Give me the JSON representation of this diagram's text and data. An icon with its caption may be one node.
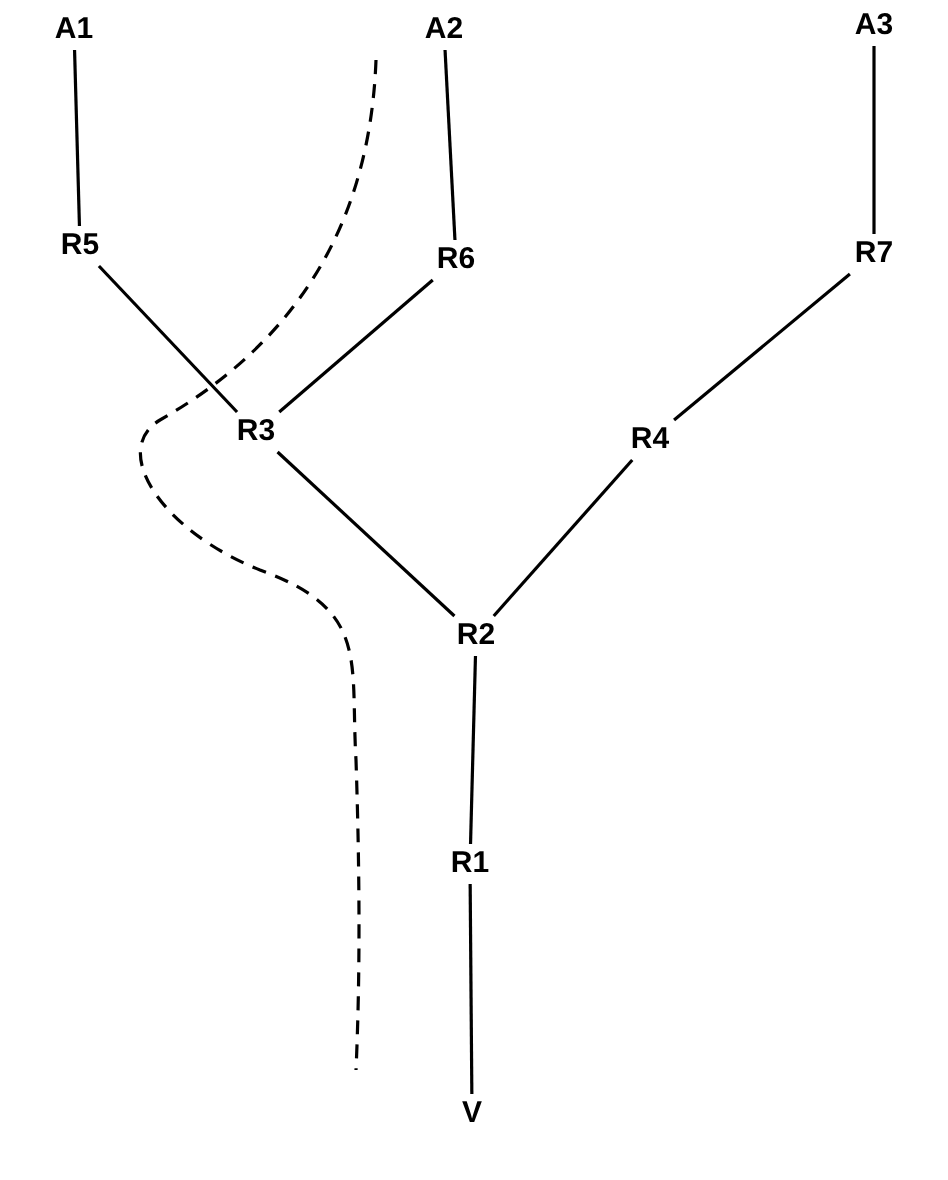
{
  "diagram": {
    "nodes": [
      {
        "text": [
          "A1"
        ]
      },
      {
        "text": [
          "A2"
        ]
      },
      {
        "text": [
          "A3"
        ]
      },
      {
        "text": [
          "R5"
        ]
      },
      {
        "text": [
          "R6"
        ]
      },
      {
        "text": [
          "R7"
        ]
      },
      {
        "text": [
          "R3"
        ]
      },
      {
        "text": [
          "R4"
        ]
      },
      {
        "text": [
          "R2"
        ]
      },
      {
        "text": [
          "R1"
        ]
      },
      {
        "text": [
          "V"
        ]
      }
    ],
    "edges": [
      {
        "from": 0,
        "to": 3,
        "arrow": "none"
      },
      {
        "from": 1,
        "to": 4,
        "arrow": "none"
      },
      {
        "from": 2,
        "to": 5,
        "arrow": "none"
      },
      {
        "from": 3,
        "to": 6,
        "arrow": "none"
      },
      {
        "from": 4,
        "to": 6,
        "arrow": "none"
      },
      {
        "from": 5,
        "to": 7,
        "arrow": "none"
      },
      {
        "from": 6,
        "to": 8,
        "arrow": "none"
      },
      {
        "from": 7,
        "to": 8,
        "arrow": "none"
      },
      {
        "from": 8,
        "to": 9,
        "arrow": "none"
      },
      {
        "from": 9,
        "to": 10,
        "arrow": "none"
      }
    ]
  }
}
